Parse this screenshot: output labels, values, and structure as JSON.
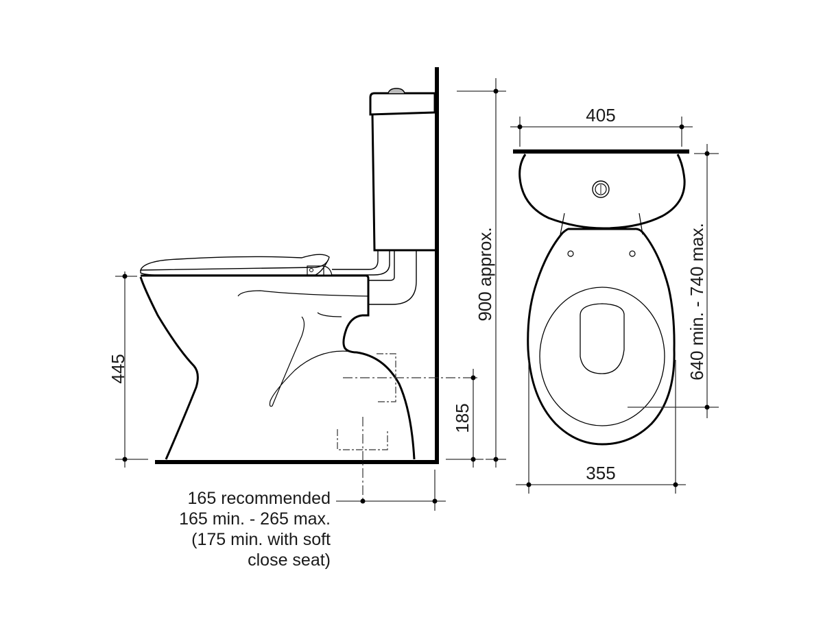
{
  "drawing": {
    "subject": "Close-coupled toilet suite dimension drawing",
    "views": [
      "side-elevation",
      "plan-view"
    ],
    "colors": {
      "line": "#000000",
      "dimension": "#333333",
      "text": "#1a1a1a",
      "background": "#ffffff"
    }
  },
  "side_view": {
    "dimensions": {
      "seat_height": "445",
      "outlet_height": "185",
      "overall_height": "900 approx."
    },
    "setout_note": {
      "lines": [
        "165 recommended",
        "165 min. - 265 max.",
        "(175 min. with soft",
        "close seat)"
      ]
    }
  },
  "plan_view": {
    "dimensions": {
      "cistern_width": "405",
      "pan_width": "355",
      "projection": "640 min. - 740 max."
    }
  }
}
